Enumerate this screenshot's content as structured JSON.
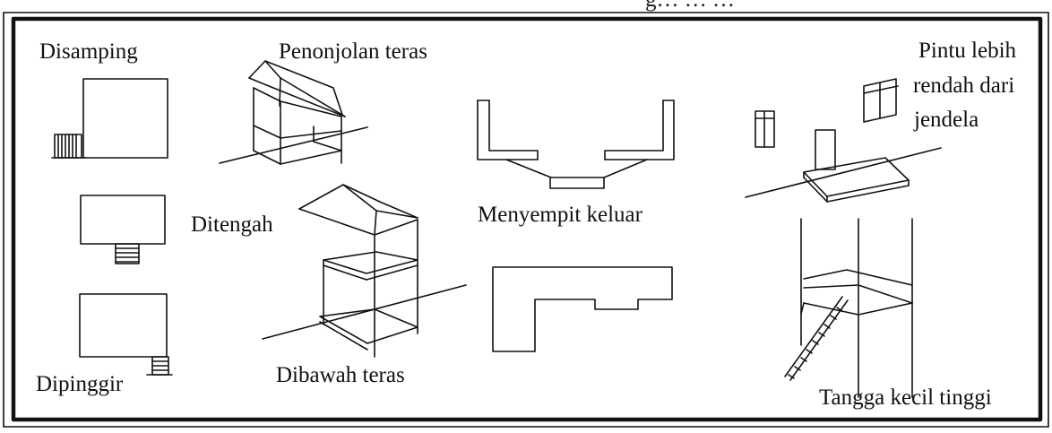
{
  "header_fragment": "g… … …",
  "labels": {
    "disamping": "Disamping",
    "penonjolan_teras": "Penonjolan teras",
    "pintu_lebih": "Pintu lebih",
    "rendah_dari": "rendah dari",
    "jendela": "jendela",
    "ditengah": "Ditengah",
    "menyempit_keluar": "Menyempit keluar",
    "dipinggir": "Dipinggir",
    "dibawah_teras": "Dibawah teras",
    "tangga_kecil_tinggi": "Tangga kecil tinggi"
  }
}
